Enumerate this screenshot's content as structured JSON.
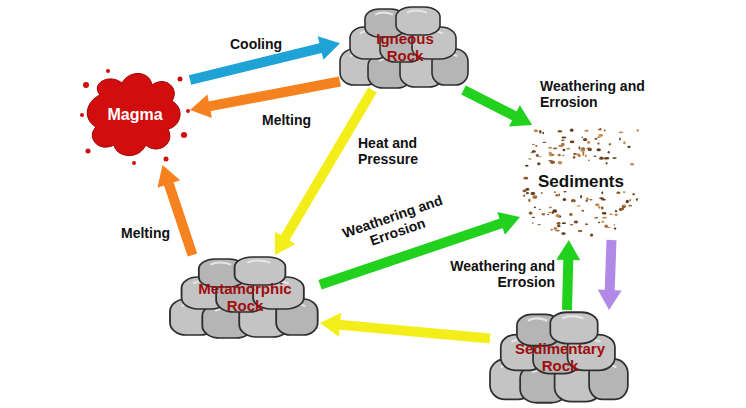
{
  "diagram": {
    "nodes": [
      {
        "text": [
          "Magma"
        ]
      },
      {
        "text": [
          "Igneous Rock"
        ]
      },
      {
        "text": [
          "Sediments"
        ]
      },
      {
        "text": [
          "Metamorphic Rock"
        ]
      },
      {
        "text": [
          "Sedimentary Rock"
        ]
      }
    ],
    "edges": [
      {
        "from": 0,
        "to": 1,
        "label": "Cooling",
        "arrow": "to"
      },
      {
        "from": 1,
        "to": 0,
        "label": "Melting",
        "arrow": "to"
      },
      {
        "from": 1,
        "to": 3,
        "label": "Heat and Pressure",
        "arrow": "to"
      },
      {
        "from": 1,
        "to": 2,
        "label": "Weathering and Errosion",
        "arrow": "to"
      },
      {
        "from": 3,
        "to": 0,
        "label": "Melting",
        "arrow": "to"
      },
      {
        "from": 3,
        "to": 2,
        "label": "Weathering and Errosion",
        "arrow": "to"
      },
      {
        "from": 4,
        "to": 2,
        "label": "Weathering and Errosion",
        "arrow": "to"
      },
      {
        "from": 2,
        "to": 4,
        "arrow": "to"
      },
      {
        "from": 4,
        "to": 3,
        "arrow": "to"
      }
    ]
  }
}
